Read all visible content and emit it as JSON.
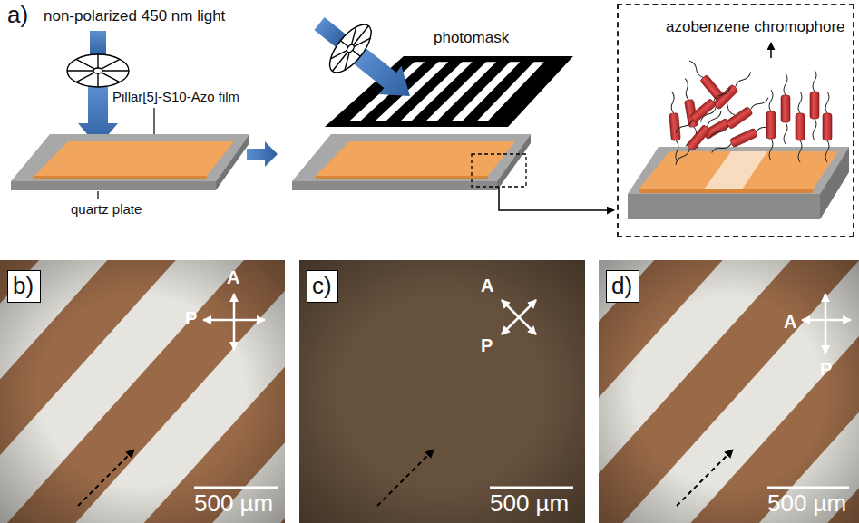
{
  "diagram": {
    "nodes": [
      {
        "text": [
          "azobenzene chromophore"
        ]
      },
      {
        "text": [
          "A",
          "P",
          "500 µm"
        ]
      },
      {
        "text": [
          "b)"
        ],
        "in": 1
      },
      {
        "text": [
          "A",
          "P",
          "500 µm"
        ]
      },
      {
        "text": [
          "c)"
        ],
        "in": 3
      },
      {
        "text": [
          "A",
          "P",
          "500 µm"
        ]
      },
      {
        "text": [
          "d)"
        ],
        "in": 5
      }
    ],
    "labels": [
      "a)",
      "non-polarized 450 nm light",
      "Pillar[5]-S10-Azo film",
      "quartz plate",
      "photomask"
    ]
  }
}
